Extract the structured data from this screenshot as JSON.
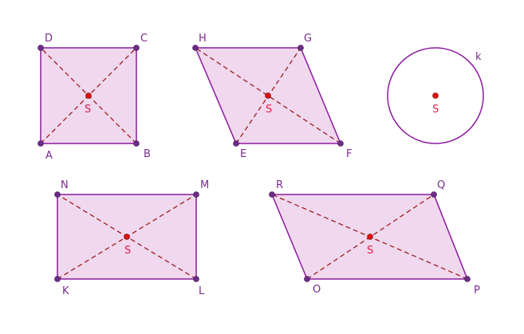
{
  "colors": {
    "stroke": "#8b1a9e",
    "fill": "#f0d8ee",
    "diagonal": "#9e1f1f",
    "vertex": "#6b2d86",
    "center": "#e01010",
    "vertex_label": "#7a2a90",
    "center_label": "#e0204a"
  },
  "shapes": {
    "square": {
      "vertices": [
        "A",
        "B",
        "C",
        "D"
      ],
      "center": "S"
    },
    "rhombus": {
      "vertices": [
        "E",
        "F",
        "G",
        "H"
      ],
      "center": "S"
    },
    "circle": {
      "name": "k",
      "center": "S"
    },
    "rectangle": {
      "vertices": [
        "K",
        "L",
        "M",
        "N"
      ],
      "center": "S"
    },
    "parallelogram": {
      "vertices": [
        "O",
        "P",
        "Q",
        "R"
      ],
      "center": "S"
    }
  }
}
